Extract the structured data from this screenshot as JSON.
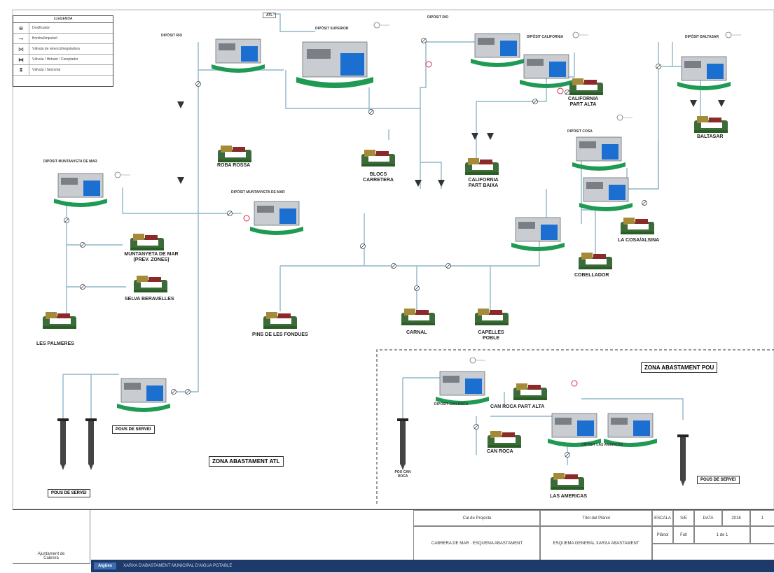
{
  "legend": {
    "title": "LLEGENDA",
    "items": [
      "Dosificador",
      "Bomba/Impulsió",
      "Vàlvula de retenció/reguladora",
      "Vàlvula / Hidrant / Comptador",
      "Vàlvula / Sectorial"
    ]
  },
  "zones": {
    "atl": "ZONA ABASTAMENT ATL",
    "pou": "ZONA ABASTAMENT POU"
  },
  "labels": {
    "pou_servei_1": "POUS DE SERVEI",
    "pou_servei_2": "POUS DE SERVEI",
    "pou_servei_3": "POUS DE SERVEI",
    "les_palmeres": "LES PALMERES",
    "muntanyeta": "MUNTANYETA DE MAR (PREV. ZONES)",
    "selva": "SELVA BERAVELLES",
    "roba_rossa": "ROBA ROSSA",
    "bloc_carretera": "BLOCS CARRETERA",
    "california_baixa": "CALIFORNIA PART BAIXA",
    "california_alta": "CALIFORNIA PART ALTA",
    "baltasar": "BALTASAR",
    "la_cosa": "LA COSA/ALSINA",
    "cobellador": "COBELLADOR",
    "pins": "PINS DE LES FONDUES",
    "carnal": "CARNAL",
    "capelles": "CAPELLES POBLE",
    "can_roca_alta": "CAN ROCA PART ALTA",
    "can_roca": "CAN ROCA",
    "las_americas": "LAS AMERICAS",
    "dipo_rio": "DIPÒSIT RIO",
    "dipo_rio2": "DIPÒSIT RIO",
    "dipo_california": "DIPÒSIT CALIFORNIA",
    "dipo_baltasar": "DIPÒSIT BALTASAR",
    "dipo_muntanyeta": "DIPÒSIT MUNTANYETA DE MAR",
    "dipo_superior": "DIPÒSIT SUPERIOR",
    "dipo_canroca": "DIPÒSIT CAN ROCA",
    "dipo_americas": "DIPÒSIT LAS AMERICAS",
    "dipo_cosa": "DIPÒSIT COSA",
    "dipo_selva": "DIPÒSIT MUNTANYETA DE MAR",
    "pou_canroca": "POU CAN ROCA",
    "atl": "ATL"
  },
  "titleblock": {
    "org": "Ajuntament de Cabrera",
    "col1_head": "Cal de Projecte",
    "col1_val": "CABRERA DE MAR · ESQUEMA ABASTAMENT",
    "col2_head": "Títol del Plànol",
    "col2_val": "ESQUEMA GENERAL XARXA ABASTAMENT",
    "c_a": "ESCALA",
    "c_b": "S/E",
    "c_c": "DATA",
    "c_d": "2016",
    "c_e": "Plànol",
    "c_f": "1",
    "c_g": "Full",
    "c_h": "1 de 1",
    "bar_tag": "Aigües",
    "bar_text": "XARXA D'ABASTAMENT MUNICIPAL D'AIGUA POTABLE"
  },
  "colors": {
    "pipe": "#8fb6c9",
    "tank_base": "#1f9a53",
    "water": "#1b6fd0",
    "house": "#8c2a2a"
  }
}
